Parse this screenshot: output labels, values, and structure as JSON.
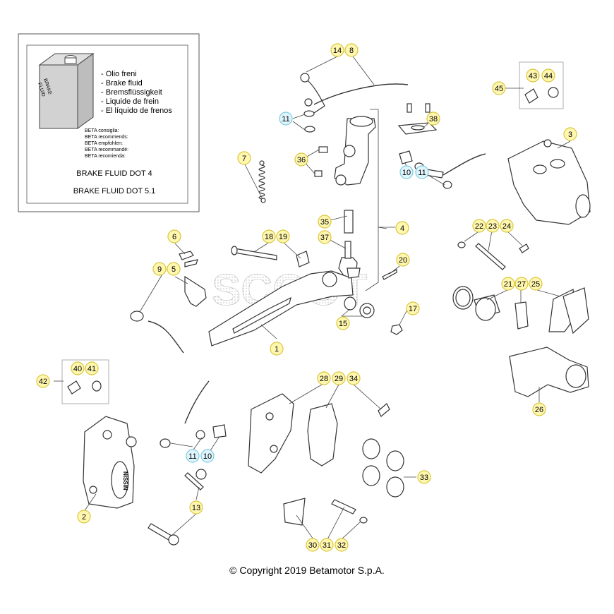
{
  "info_box": {
    "can_label_line1": "BRAKE",
    "can_label_line2": "FLUID",
    "fluid_names": [
      "- Olio freni",
      "- Brake fluid",
      "- Bremsflüssigkeit",
      "- Liquide de frein",
      "- El líquido de frenos"
    ],
    "recommends": [
      "BETA consiglia:",
      "BETA recommends:",
      "BETA empfohlen:",
      "BETA recommandé:",
      "BETA recomienda:"
    ],
    "spec_1": "BRAKE FLUID DOT 4",
    "spec_2": "BRAKE FLUID DOT 5.1"
  },
  "caliper_logo": "NISSIN",
  "watermark": "SCOOT",
  "copyright": "© Copyright 2019 Betamotor S.p.A.",
  "colors": {
    "callout_fill": "#fff7b0",
    "callout_stroke": "#d9c63a",
    "callout_blue_fill": "#dff4fb",
    "callout_blue_stroke": "#7ccbe3"
  },
  "callouts": [
    {
      "id": "c1",
      "text": "1",
      "color": "yellow"
    },
    {
      "id": "c2",
      "text": "2",
      "color": "yellow"
    },
    {
      "id": "c3",
      "text": "3",
      "color": "yellow"
    },
    {
      "id": "c4",
      "text": "4",
      "color": "yellow"
    },
    {
      "id": "c5",
      "text": "5",
      "color": "yellow"
    },
    {
      "id": "c6",
      "text": "6",
      "color": "yellow"
    },
    {
      "id": "c7",
      "text": "7",
      "color": "yellow"
    },
    {
      "id": "c8",
      "text": "8",
      "color": "yellow"
    },
    {
      "id": "c9",
      "text": "9",
      "color": "yellow"
    },
    {
      "id": "c10a",
      "text": "10",
      "color": "blue"
    },
    {
      "id": "c10b",
      "text": "10",
      "color": "blue"
    },
    {
      "id": "c11a",
      "text": "11",
      "color": "blue"
    },
    {
      "id": "c11b",
      "text": "11",
      "color": "blue"
    },
    {
      "id": "c11c",
      "text": "11",
      "color": "blue"
    },
    {
      "id": "c13",
      "text": "13",
      "color": "yellow"
    },
    {
      "id": "c14",
      "text": "14",
      "color": "yellow"
    },
    {
      "id": "c15",
      "text": "15",
      "color": "yellow"
    },
    {
      "id": "c17",
      "text": "17",
      "color": "yellow"
    },
    {
      "id": "c18",
      "text": "18",
      "color": "yellow"
    },
    {
      "id": "c19",
      "text": "19",
      "color": "yellow"
    },
    {
      "id": "c20",
      "text": "20",
      "color": "yellow"
    },
    {
      "id": "c21",
      "text": "21",
      "color": "yellow"
    },
    {
      "id": "c22",
      "text": "22",
      "color": "yellow"
    },
    {
      "id": "c23",
      "text": "23",
      "color": "yellow"
    },
    {
      "id": "c24",
      "text": "24",
      "color": "yellow"
    },
    {
      "id": "c25",
      "text": "25",
      "color": "yellow"
    },
    {
      "id": "c26",
      "text": "26",
      "color": "yellow"
    },
    {
      "id": "c27",
      "text": "27",
      "color": "yellow"
    },
    {
      "id": "c28",
      "text": "28",
      "color": "yellow"
    },
    {
      "id": "c29",
      "text": "29",
      "color": "yellow"
    },
    {
      "id": "c30",
      "text": "30",
      "color": "yellow"
    },
    {
      "id": "c31",
      "text": "31",
      "color": "yellow"
    },
    {
      "id": "c32",
      "text": "32",
      "color": "yellow"
    },
    {
      "id": "c33",
      "text": "33",
      "color": "yellow"
    },
    {
      "id": "c34",
      "text": "34",
      "color": "yellow"
    },
    {
      "id": "c35",
      "text": "35",
      "color": "yellow"
    },
    {
      "id": "c36",
      "text": "36",
      "color": "yellow"
    },
    {
      "id": "c37",
      "text": "37",
      "color": "yellow"
    },
    {
      "id": "c38",
      "text": "38",
      "color": "yellow"
    },
    {
      "id": "c40",
      "text": "40",
      "color": "yellow"
    },
    {
      "id": "c41",
      "text": "41",
      "color": "yellow"
    },
    {
      "id": "c42",
      "text": "42",
      "color": "yellow"
    },
    {
      "id": "c43",
      "text": "43",
      "color": "yellow"
    },
    {
      "id": "c44",
      "text": "44",
      "color": "yellow"
    },
    {
      "id": "c45",
      "text": "45",
      "color": "yellow"
    }
  ]
}
